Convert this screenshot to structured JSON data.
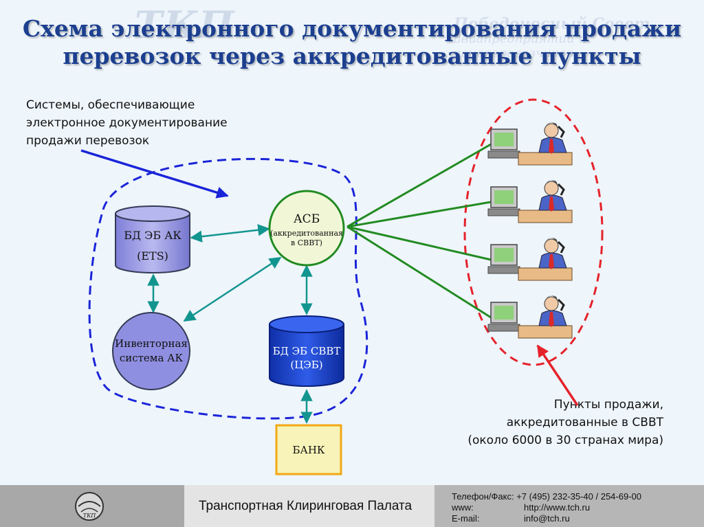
{
  "title": {
    "line1": "Схема электронного документирования продажи",
    "line2": "перевозок через аккредитованные пункты"
  },
  "watermark": {
    "logo": "ТКП",
    "line1": "Победоносный Совет",
    "line2": "авиапредприятий и авиаперевозчиков"
  },
  "annotations": {
    "systems": [
      "Системы, обеспечивающие",
      "электронное документирование",
      "продажи перевозок"
    ],
    "points": [
      "Пункты продажи,",
      "аккредитованные в СВВТ",
      "(около 6000 в 30 странах мира)"
    ]
  },
  "nodes": {
    "db_ak": {
      "line1": "БД ЭБ АК",
      "line2": "(ETS)"
    },
    "asb": {
      "line1": "АСБ",
      "line2": "(аккредитованная",
      "line3": "в СВВТ)"
    },
    "inventory": {
      "line1": "Инвенторная",
      "line2": "система АК"
    },
    "db_svvt": {
      "line1": "БД ЭБ СВВТ",
      "line2": "(ЦЭБ)"
    },
    "bank": {
      "label": "БАНК"
    }
  },
  "footer": {
    "org": "Транспортная Клиринговая Палата",
    "phone_label": "Телефон/Факс:  +7 (495) 232-35-40 / 254-69-00",
    "www_label": "www:",
    "www_value": "http://www.tch.ru",
    "email_label": "E-mail:",
    "email_value": "info@tch.ru",
    "logo_text": "ТКП"
  },
  "colors": {
    "title": "#1c3f8f",
    "blue_dashed": "#1a24d8",
    "red_dashed": "#e5222a",
    "teal_arrow": "#12958f",
    "green_line": "#228b22",
    "db_ak_fill": "#9c9ce8",
    "db_svvt_fill": "#1d44d4",
    "bank_fill": "#f8f3b8",
    "bank_border": "#f2a814"
  }
}
